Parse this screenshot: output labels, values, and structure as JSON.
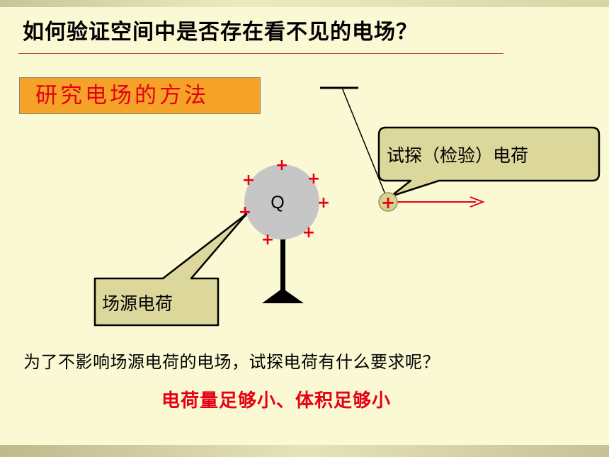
{
  "title": "如何验证空间中是否存在看不见的电场？",
  "method_label": "研究电场的方法",
  "diagram": {
    "source_charge_label": "Q",
    "source_callout": "场源电荷",
    "test_callout": "试探（检验）电荷",
    "plus_sign": "+"
  },
  "question": "为了不影响场源电荷的电场，试探电荷有什么要求呢？",
  "answer": "电荷量足够小、体积足够小",
  "colors": {
    "background": "#fbf9d4",
    "method_box": "#f5a229",
    "accent_red": "#e60012",
    "callout_fill": "#dcd79a",
    "sphere": "#c6c6c6"
  }
}
